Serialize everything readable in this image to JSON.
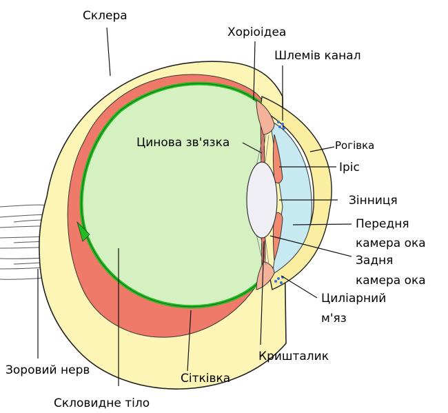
{
  "labels": {
    "sclera": "Склера",
    "choroid": "Хоріоідеа",
    "schlemm_canal": "Шлемів канал",
    "zonule": "Цинова зв'язка",
    "cornea": "Рогівка",
    "iris": "Іріс",
    "pupil": "Зінниця",
    "anterior_chamber_1": "Передня",
    "anterior_chamber_2": "камера ока",
    "posterior_chamber_1": "Задня",
    "posterior_chamber_2": "камера ока",
    "ciliary_muscle_1": "Циліарний",
    "ciliary_muscle_2": "м'яз",
    "optic_nerve": "Зоровий нерв",
    "lens": "Кришталик",
    "retina": "Сітківка",
    "vitreous_body": "Скловидне тіло"
  },
  "colors": {
    "sclera": "#fdf5b5",
    "choroid": "#f07a6a",
    "retina": "#22bb22",
    "vitreous": "#d5f1c1",
    "cornea": "#fbeea0",
    "aqueous": "#c6e9f2",
    "iris": "#f08a70",
    "lens": "#eeeef4",
    "outline": "#222222"
  }
}
